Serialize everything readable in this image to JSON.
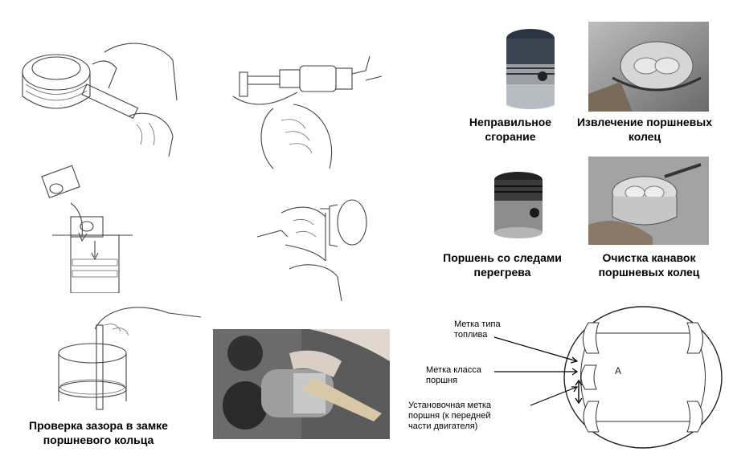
{
  "captions": {
    "ring_gap_check": "Проверка зазора в замке\nпоршневого кольца",
    "abnormal_combustion": "Неправильное\nсгорание",
    "ring_removal": "Извлечение поршневых\nколец",
    "overheated_piston": "Поршень со следами\nперегрева",
    "groove_cleaning": "Очистка канавок\nпоршневых колец"
  },
  "diagram": {
    "fuel_type_mark": "Метка типа\nтоплива",
    "piston_class_mark": "Метка класса\nпоршня",
    "install_mark": "Установочная метка\nпоршня (к передней\nчасти двигателя)",
    "center_letter": "A"
  },
  "colors": {
    "line": "#444444",
    "photo_dark": "#2a2a2a",
    "photo_metal": "#b8b8b8"
  }
}
